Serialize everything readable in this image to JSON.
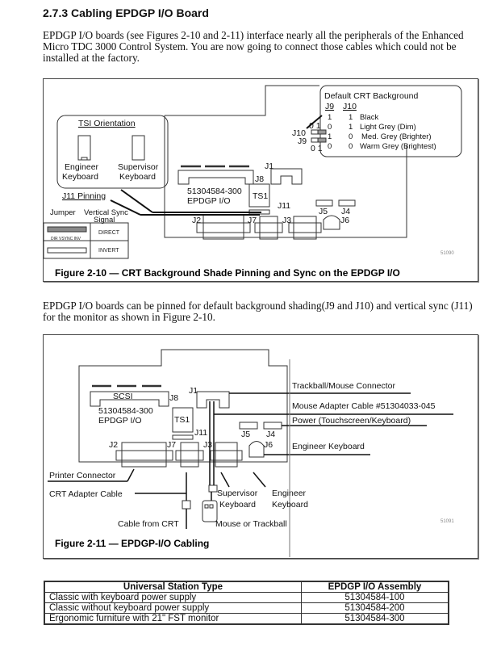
{
  "section": {
    "heading": "2.7.3  Cabling EPDGP I/O Board",
    "intro": "EPDGP I/O boards (see Figures 2-10 and 2-11) interface nearly all the peripherals of the Enhanced Micro TDC 3000 Control System.  You are now going to connect those cables which could not be installed at the factory.",
    "para2": "EPDGP I/O boards can be pinned for default background shading(J9 and J10) and vertical sync (J11) for the monitor as shown in Figure 2-10."
  },
  "figure1": {
    "caption": "Figure 2-10 — CRT Background Shade Pinning and Sync on the EPDGP I/O",
    "figure_id": "51090",
    "tsi": {
      "title": "TSI Orientation",
      "engineer_l1": "Engineer",
      "engineer_l2": "Keyboard",
      "supervisor_l1": "Supervisor",
      "supervisor_l2": "Keyboard"
    },
    "crt_bg": {
      "title": "Default CRT Background",
      "col_j9": "J9",
      "col_j10": "J10",
      "rows": [
        {
          "j9": "1",
          "j10": "1",
          "label": "Black"
        },
        {
          "j9": "0",
          "j10": "1",
          "label": "Light Grey (Dim)"
        },
        {
          "j9": "1",
          "j10": "0",
          "label": "Med. Grey (Brighter)"
        },
        {
          "j9": "0",
          "j10": "0",
          "label": "Warm Grey (Brightest)"
        }
      ]
    },
    "j11": {
      "title": "J11 Pinning",
      "col_jumper": "Jumper",
      "col_signal_1": "Vertical Sync",
      "col_signal_2": "Signal",
      "pin_labels": "DIR  VSYNC  INV",
      "direct": "DIRECT",
      "invert": "INVERT"
    },
    "board": {
      "part": "51304584-300",
      "name": "EPDGP I/O",
      "J1": "J1",
      "J2": "J2",
      "J3": "J3",
      "J4": "J4",
      "J5": "J5",
      "J6": "J6",
      "J7": "J7",
      "J8": "J8",
      "J9": "J9",
      "J10": "J10",
      "J11": "J11",
      "TS1": "TS1",
      "j10_pins": "0 1",
      "j9_pins": "0 1"
    }
  },
  "figure2": {
    "caption": "Figure 2-11 — EPDGP-I/O Cabling",
    "figure_id": "51091",
    "board": {
      "scsi": "SCSI",
      "part": "51304584-300",
      "name": "EPDGP I/O",
      "J1": "J1",
      "J2": "J2",
      "J3": "J3",
      "J4": "J4",
      "J5": "J5",
      "J6": "J6",
      "J7": "J7",
      "J8": "J8",
      "J11": "J11",
      "TS1": "TS1"
    },
    "callouts": {
      "trackball": "Trackball/Mouse Connector",
      "mouse_adapter": "Mouse Adapter Cable #51304033-045",
      "power": "Power (Touchscreen/Keyboard)",
      "engineer_kb_right": "Engineer Keyboard",
      "printer": "Printer Connector",
      "crt_adapter": "CRT Adapter Cable",
      "cable_from_crt": "Cable from CRT",
      "supervisor_l1": "Supervisor",
      "supervisor_l2": "Keyboard",
      "engineer_l1": "Engineer",
      "engineer_l2": "Keyboard",
      "mouse_trackball": "Mouse or Trackball"
    }
  },
  "assembly_table": {
    "headers": [
      "Universal Station Type",
      "EPDGP I/O Assembly"
    ],
    "rows": [
      [
        "Classic with keyboard power supply",
        "51304584-100"
      ],
      [
        "Classic without keyboard power supply",
        "51304584-200"
      ],
      [
        "Ergonomic furniture with 21\" FST monitor",
        "51304584-300"
      ]
    ]
  }
}
